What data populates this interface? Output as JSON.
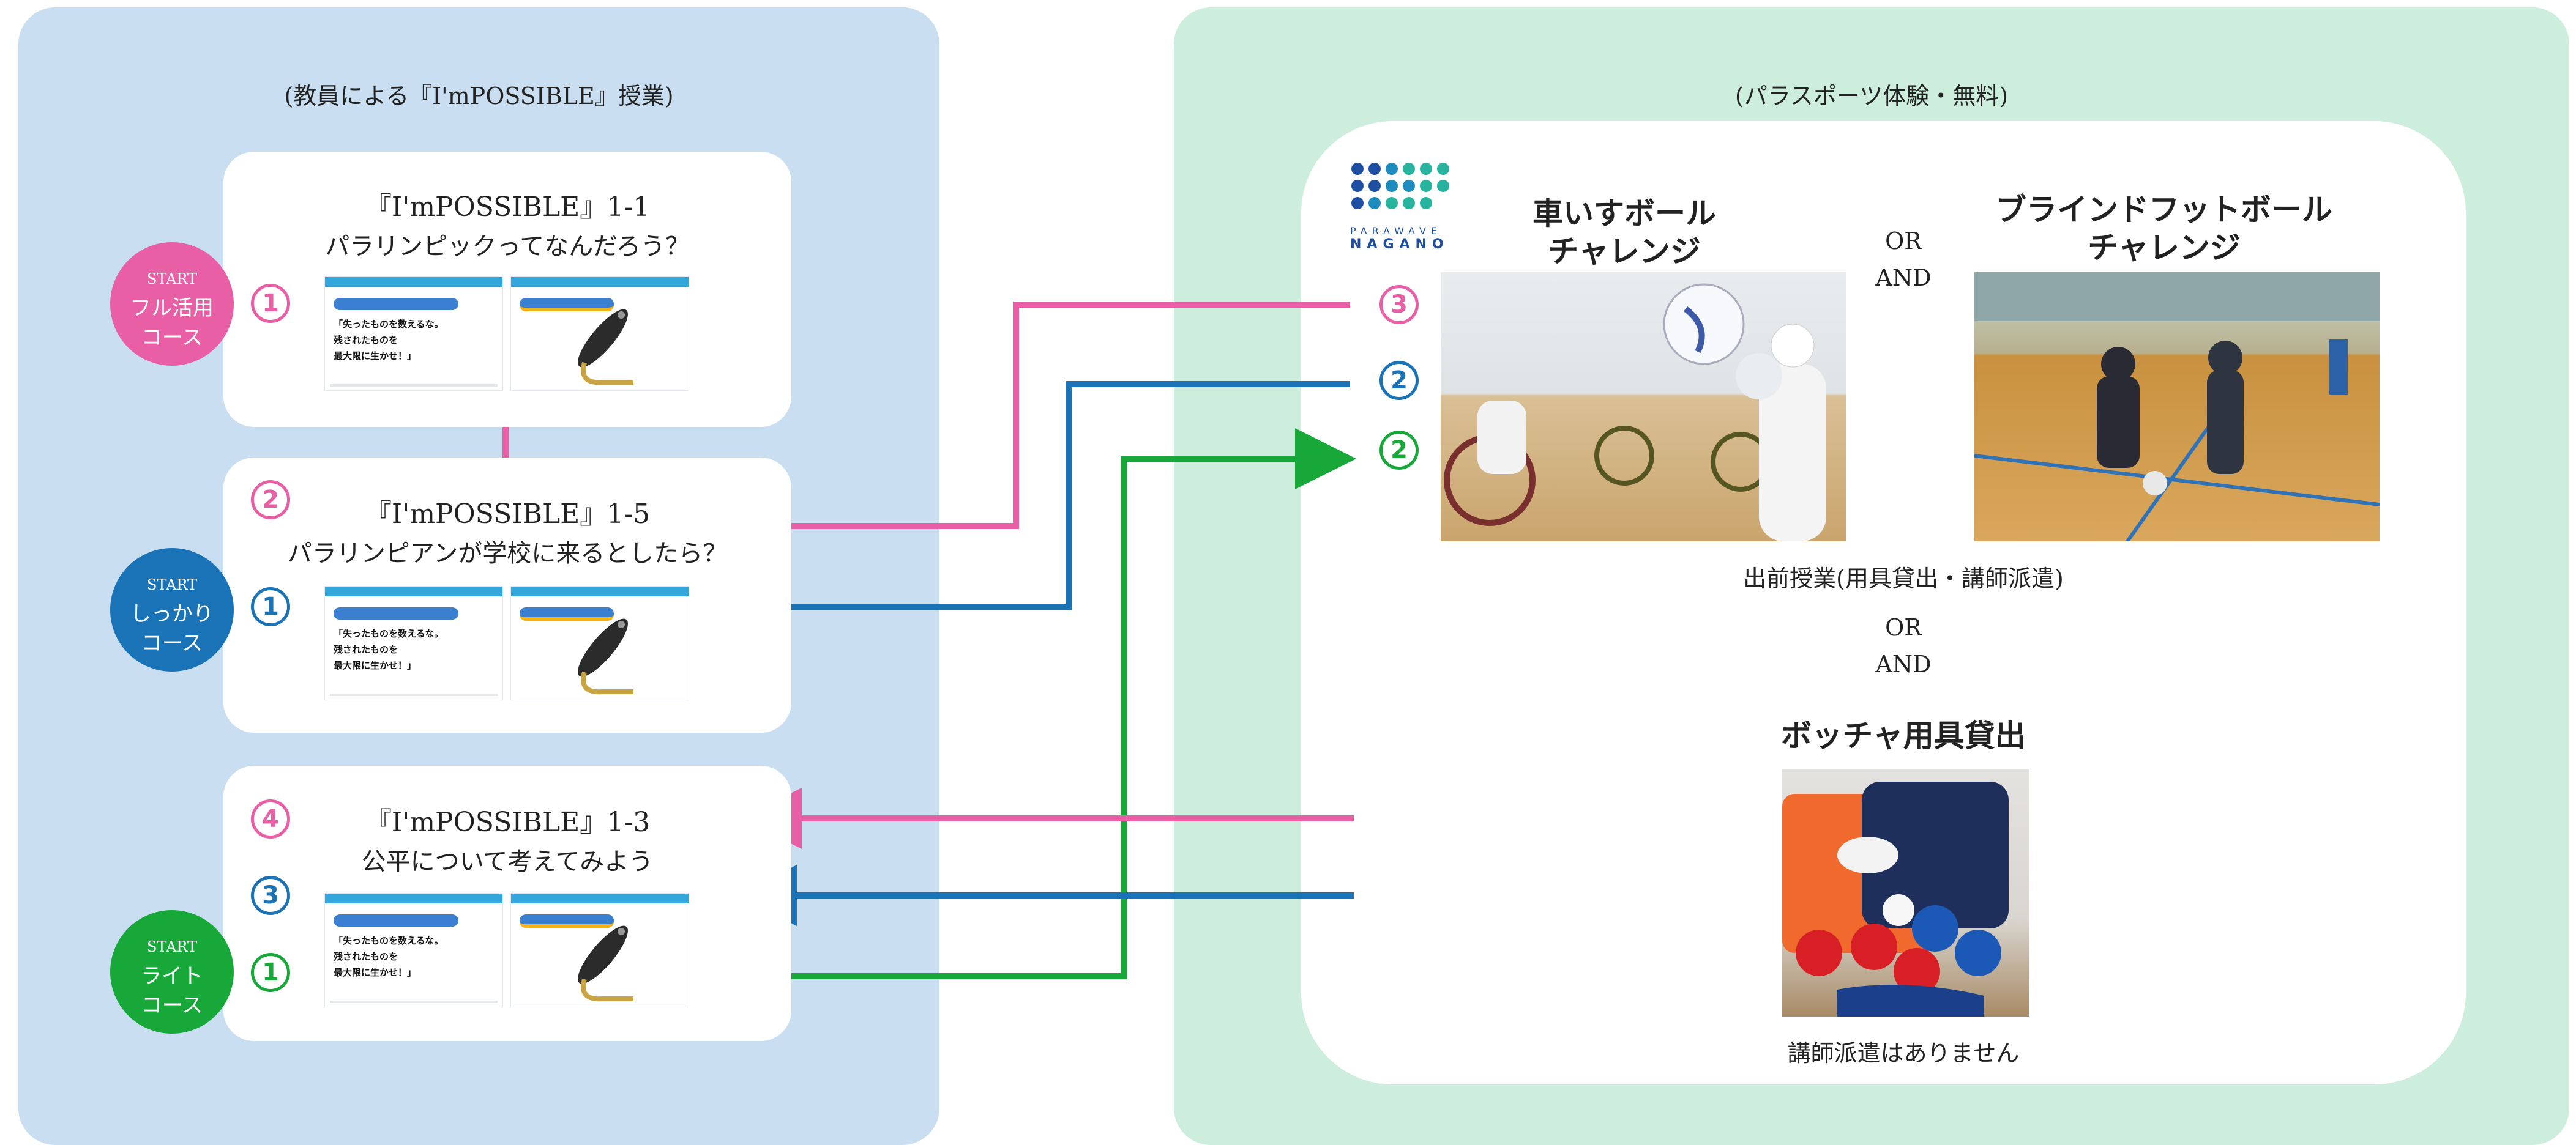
{
  "left": {
    "panel_title": "(教員による『I'mPOSSIBLE』授業)",
    "cards": [
      {
        "title": "『I'mPOSSIBLE』1-1",
        "subtitle": "パラリンピックってなんだろう？"
      },
      {
        "title": "『I'mPOSSIBLE』1-5",
        "subtitle": "パラリンピアンが学校に来るとしたら？"
      },
      {
        "title": "『I'mPOSSIBLE』1-3",
        "subtitle": "公平について考えてみよう"
      }
    ],
    "slide_text": "「失ったものを数えるな。\n残されたものを\n最大限に生かせ！」",
    "starts": [
      {
        "top": "START",
        "label": "フル活用\nコース",
        "color": "#e85fa6"
      },
      {
        "top": "START",
        "label": "しっかり\nコース",
        "color": "#1a73b6"
      },
      {
        "top": "START",
        "label": "ライト\nコース",
        "color": "#18a83a"
      }
    ],
    "numbers": {
      "card1": [
        "1"
      ],
      "card2": [
        "2",
        "1"
      ],
      "card3": [
        "4",
        "3",
        "1"
      ]
    }
  },
  "right": {
    "panel_title": "(パラスポーツ体験・無料)",
    "logo": {
      "line1": "PARAWAVE",
      "line2": "NAGANO"
    },
    "numbers": [
      "3",
      "2",
      "2"
    ],
    "activity1": "車いすボール\nチャレンジ",
    "activity2": "ブラインドフットボール\nチャレンジ",
    "or_and_1": "OR\nAND",
    "delivery": "出前授業(用具貸出・講師派遣)",
    "or_and_2": "OR\nAND",
    "boccia_title": "ボッチャ用具貸出",
    "boccia_note": "講師派遣はありません"
  },
  "colors": {
    "pink": "#e85fa6",
    "blue": "#1a73b6",
    "green": "#18a83a"
  }
}
